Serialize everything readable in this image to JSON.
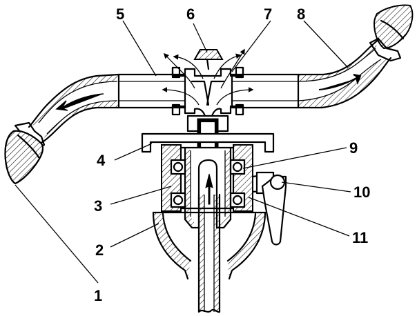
{
  "labels": {
    "l1": "1",
    "l2": "2",
    "l3": "3",
    "l4": "4",
    "l5": "5",
    "l6": "6",
    "l7": "7",
    "l8": "8",
    "l9": "9",
    "l10": "10",
    "l11": "11"
  },
  "colors": {
    "ink": "#000000",
    "paper": "#ffffff"
  }
}
